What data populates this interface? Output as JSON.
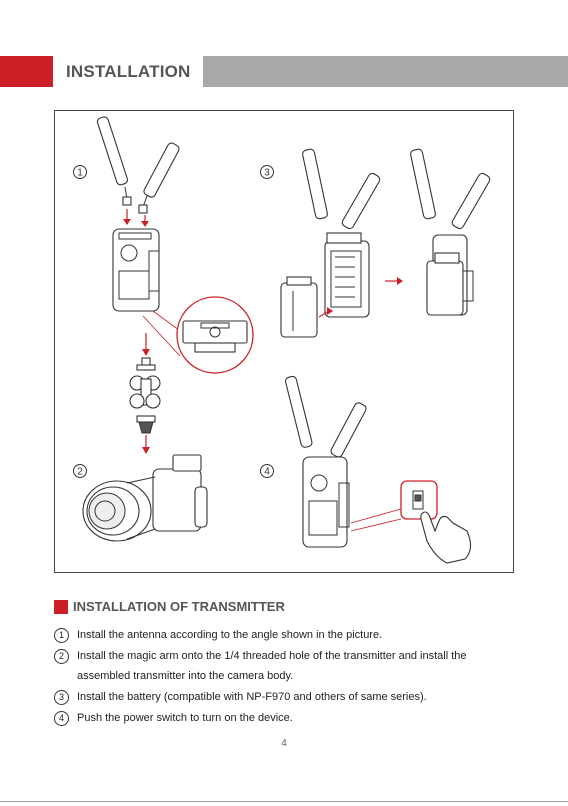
{
  "header": {
    "title": "INSTALLATION"
  },
  "figure": {
    "labels": [
      "①",
      "②",
      "③",
      "④"
    ]
  },
  "section": {
    "title": "INSTALLATION OF TRANSMITTER"
  },
  "steps": [
    {
      "num": "1",
      "text": "Install the antenna according to the angle shown in the picture."
    },
    {
      "num": "2",
      "text": "Install the magic arm onto the 1/4 threaded hole of the transmitter and install the assembled transmitter into the camera body."
    },
    {
      "num": "3",
      "text": "Install the battery (compatible with NP-F970 and others of same series)."
    },
    {
      "num": "4",
      "text": "Push the power switch to turn on the device."
    }
  ],
  "page_number": "4",
  "colors": {
    "accent": "#cc1f27",
    "header_gray": "#a8a8a8",
    "title_gray": "#555555"
  }
}
